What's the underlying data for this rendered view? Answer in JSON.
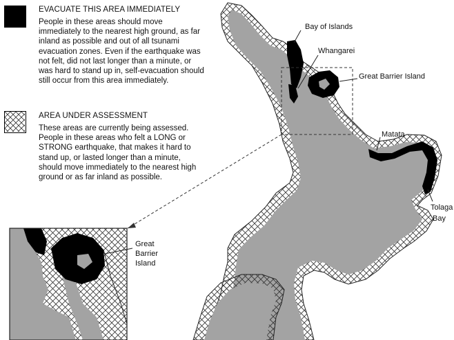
{
  "legend": {
    "evacuate": {
      "title": "EVACUATE THIS AREA IMMEDIATELY",
      "body": "People in these areas should move immediately to the nearest high ground, as far inland as possible and out of all tsunami evacuation zones. Even if the earthquake was not felt, did not last longer than a minute, or was hard to stand up in, self-evacuation should still occur from this area immediately."
    },
    "assessment": {
      "title": "AREA UNDER ASSESSMENT",
      "body": "These areas are currently being assessed. People in these areas who felt a LONG or STRONG earthquake, that makes it hard to stand up, or lasted longer than a minute, should move immediately to the nearest high ground or as far inland as possible."
    }
  },
  "labels": {
    "bay_of_islands": "Bay of Islands",
    "whangarei": "Whangarei",
    "great_barrier_island": "Great Barrier Island",
    "matata": "Matata",
    "tolaga_line1": "Tolaga",
    "tolaga_line2": "Bay",
    "inset_gbi_line1": "Great",
    "inset_gbi_line2": "Barrier",
    "inset_gbi_line3": "Island"
  },
  "colors": {
    "land": "#a3a3a3",
    "evacuate_zone": "#000000",
    "hatch": "#333333",
    "background": "#ffffff"
  }
}
